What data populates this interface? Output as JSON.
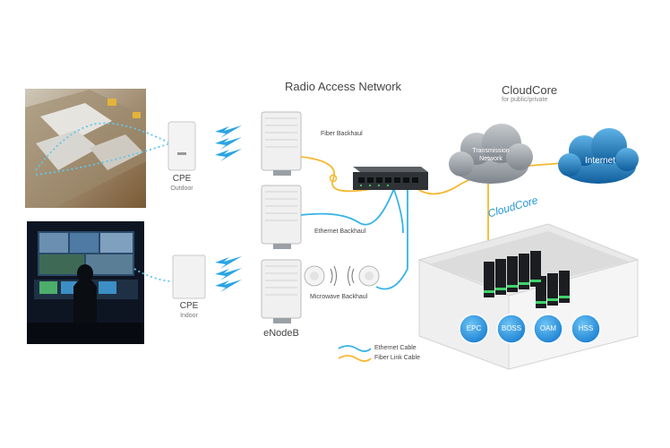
{
  "title": "Radio Access Network",
  "cloudcore": {
    "title": "CloudCore",
    "subtitle": "for public/private",
    "room_label": "CloudCore"
  },
  "clouds": {
    "transmission": "Transmission Network",
    "internet": "Internet"
  },
  "cpe_outdoor": {
    "name": "CPE",
    "type": "Outdoor"
  },
  "cpe_indoor": {
    "name": "CPE",
    "type": "Indoor"
  },
  "links": {
    "fiber": "Fiber Backhaul",
    "ethernet": "Ethernet Backhaul",
    "microwave": "Microwave Backhaul"
  },
  "enodeb_label": "eNodeB",
  "legend": {
    "ethernet": "Ethernet Cable",
    "fiber": "Fiber Link Cable"
  },
  "core_functions": [
    "EPC",
    "BOSS",
    "OAM",
    "HSS"
  ],
  "colors": {
    "ethernet": "#35b4e6",
    "fiber": "#f5b82e",
    "cloud_gray": "#8f959b",
    "cloud_blue": "#1d7fc0",
    "circle_blue": "#2c9be5"
  }
}
